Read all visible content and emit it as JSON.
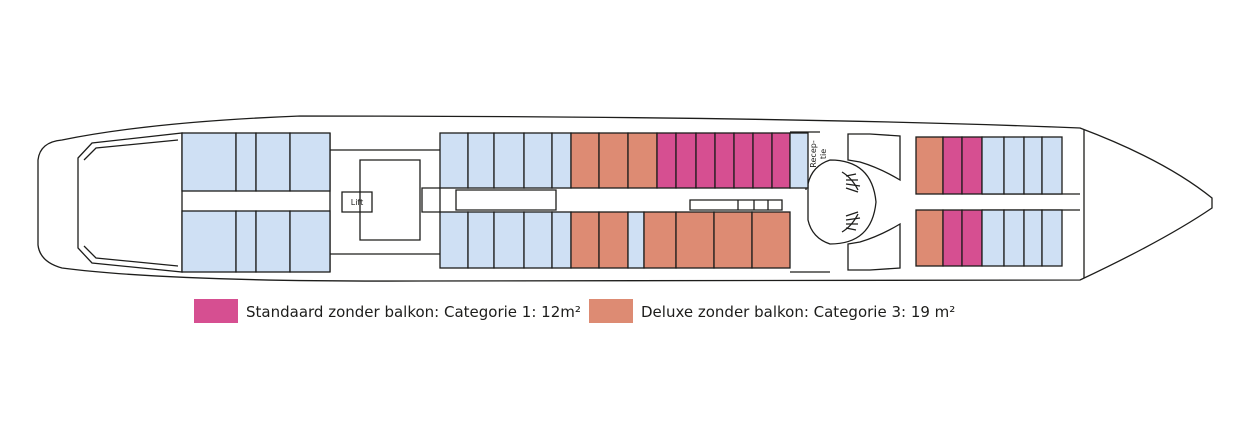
{
  "colors": {
    "hull": "#cfe0f4",
    "outline": "#1d1d1b",
    "standard": "#d64f91",
    "deluxe": "#dd8b73"
  },
  "labels": {
    "lift": "Lift",
    "reception_line1": "Recep-",
    "reception_line2": "tie"
  },
  "legend": [
    {
      "key": "standard",
      "text": "Standaard zonder balkon: Categorie 1: 12m²"
    },
    {
      "key": "deluxe",
      "text": "Deluxe zonder balkon: Categorie 3: 19 m²"
    }
  ]
}
